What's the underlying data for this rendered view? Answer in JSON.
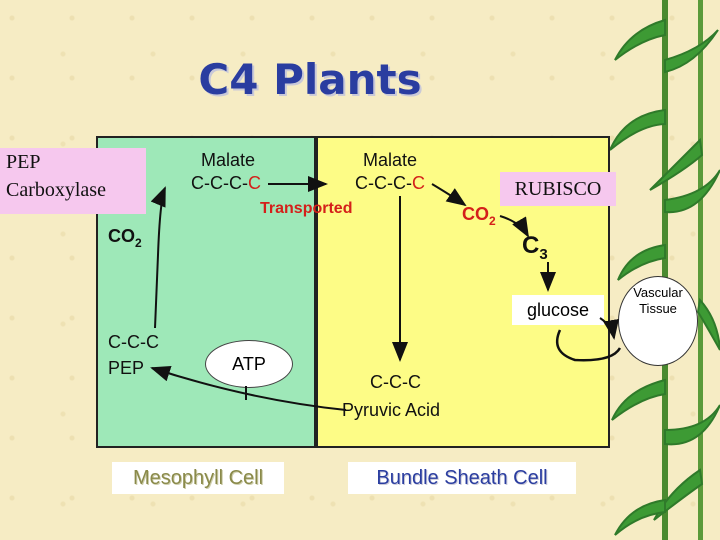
{
  "title": "C4 Plants",
  "enzymes": {
    "pep_line1": "PEP",
    "pep_line2": "Carboxylase",
    "rubisco": "RUBISCO"
  },
  "mesophyll": {
    "malate": "Malate",
    "malate_chain": "C-C-C-",
    "malate_chain_red": "C",
    "co2": "CO",
    "co2_sub": "2",
    "pep_chain": "C-C-C",
    "pep": "PEP",
    "atp": "ATP",
    "cell_label": "Mesophyll Cell"
  },
  "bundle_sheath": {
    "malate": "Malate",
    "malate_chain": "C-C-C-",
    "malate_chain_red": "C",
    "transported": "Transported",
    "co2": "CO",
    "co2_sub": "2",
    "c3": "C",
    "c3_sub": "3",
    "glucose": "glucose",
    "pyruvic_chain": "C-C-C",
    "pyruvic": "Pyruvic Acid",
    "cell_label": "Bundle Sheath Cell"
  },
  "vascular": {
    "line1": "Vascular",
    "line2": "Tissue"
  },
  "colors": {
    "mesophyll": "#9ee8b8",
    "bundle_sheath": "#fdfc86",
    "enzyme": "#f6c8ee",
    "title": "#2a3da0",
    "red_carbon": "#d4201a"
  }
}
